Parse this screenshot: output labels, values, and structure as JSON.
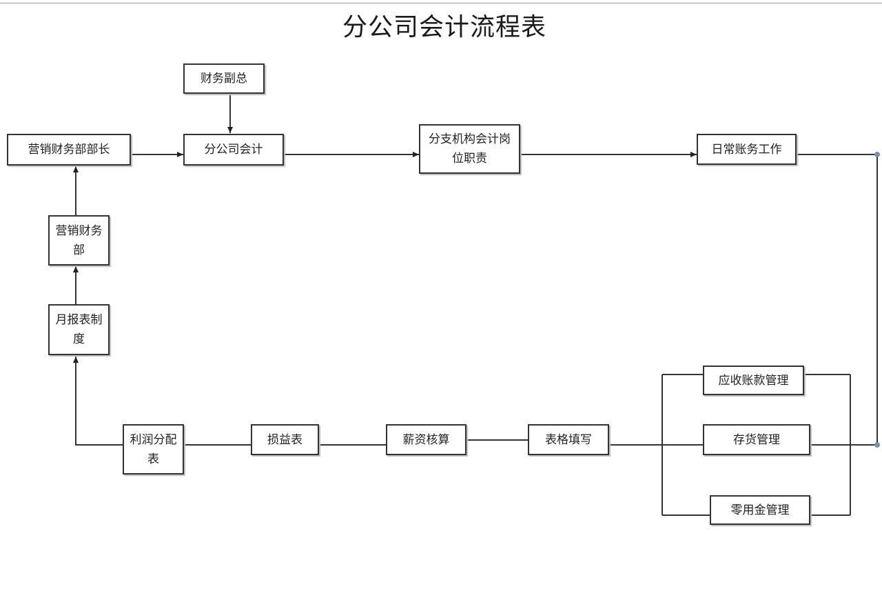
{
  "title": "分公司会计流程表",
  "nodes": {
    "finance_vp": "财务副总",
    "sales_finance_head": "营销财务部部长",
    "branch_accounting": "分公司会计",
    "branch_accountant_duties": "分支机构会计岗位职责",
    "daily_accounting": "日常账务工作",
    "sales_finance_dept": "营销财务部",
    "monthly_report": "月报表制度",
    "profit_distribution": "利润分配表",
    "profit_loss": "损益表",
    "salary_check": "薪资核算",
    "form_filling": "表格填写",
    "receivables": "应收账款管理",
    "inventory": "存货管理",
    "petty_cash": "零用金管理"
  }
}
